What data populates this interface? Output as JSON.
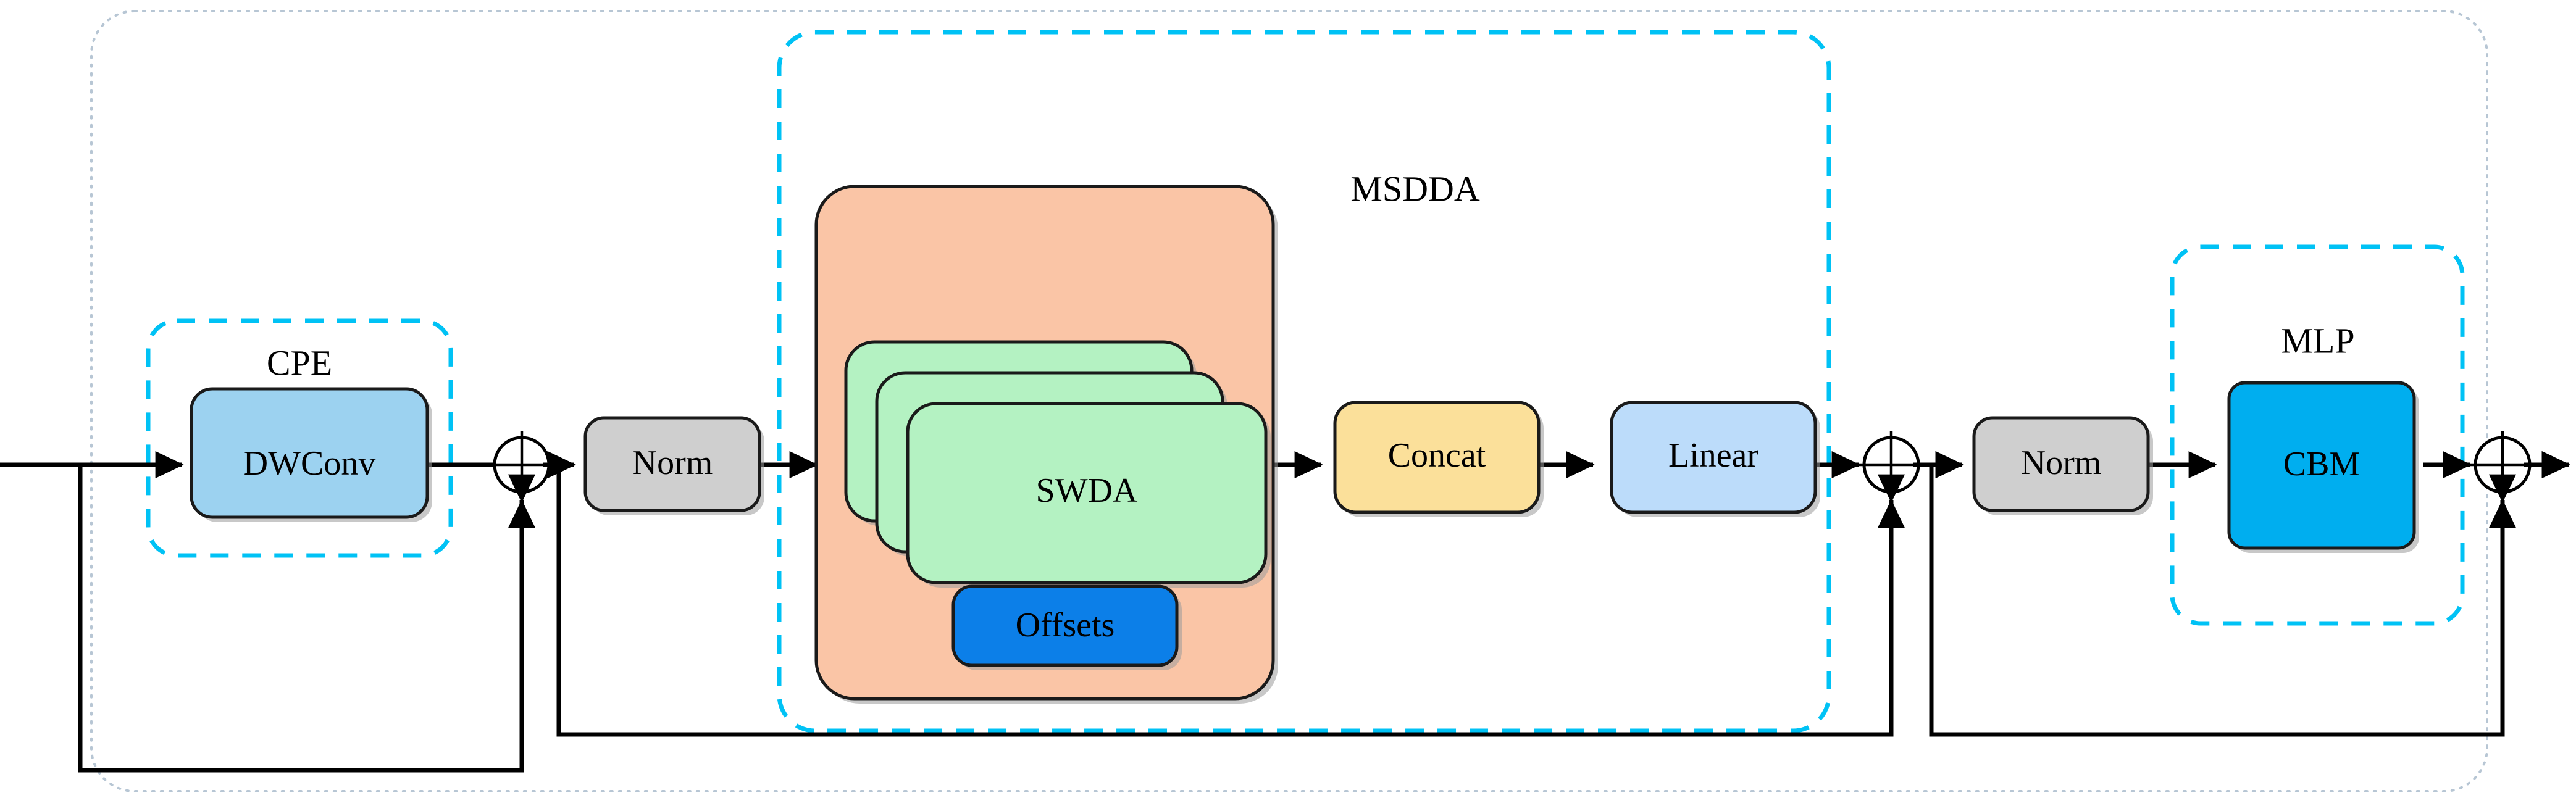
{
  "diagram": {
    "title_present": false,
    "groups": [
      {
        "id": "cpe",
        "label": "CPE",
        "style": "dashed-cyan"
      },
      {
        "id": "msdda",
        "label": "MSDDA",
        "style": "dashed-cyan"
      },
      {
        "id": "mlp",
        "label": "MLP",
        "style": "dashed-cyan"
      }
    ],
    "blocks": [
      {
        "id": "dwconv",
        "label": "DWConv",
        "color": "#9cd2f0"
      },
      {
        "id": "norm1",
        "label": "Norm",
        "color": "#cfcfcf"
      },
      {
        "id": "swda",
        "label": "SWDA",
        "color": "#b4f2c2"
      },
      {
        "id": "offsets",
        "label": "Offsets",
        "color": "#0c7fe8"
      },
      {
        "id": "concat",
        "label": "Concat",
        "color": "#fbe09a"
      },
      {
        "id": "linear",
        "label": "Linear",
        "color": "#bcdcfa"
      },
      {
        "id": "norm2",
        "label": "Norm",
        "color": "#cfcfcf"
      },
      {
        "id": "cbm",
        "label": "CBM",
        "color": "#00aeef"
      }
    ],
    "containers": [
      {
        "id": "msdda-panel",
        "color": "#fac5a6"
      }
    ],
    "operators": [
      {
        "id": "add1",
        "symbol": "plus-circle"
      },
      {
        "id": "add2",
        "symbol": "plus-circle"
      },
      {
        "id": "add3",
        "symbol": "plus-circle"
      }
    ],
    "colors": {
      "dashed_cyan": "#00c2f5",
      "outer_dotted": "#b7c6d4",
      "orange_panel": "#fac5a6",
      "green_swda": "#b4f2c2",
      "blue_offsets": "#0c7fe8",
      "yellow_concat": "#fbe09a",
      "lightblue_linear": "#bcdcfa",
      "lightblue_dwconv": "#9cd2f0",
      "gray_norm": "#cfcfcf",
      "cyan_cbm": "#00aeef",
      "stroke": "#000000"
    },
    "flow": [
      "input",
      "dwconv",
      "add1",
      "norm1",
      "swda",
      "concat",
      "linear",
      "add2",
      "norm2",
      "cbm",
      "add3",
      "output"
    ],
    "swda_stack_count": 3
  }
}
